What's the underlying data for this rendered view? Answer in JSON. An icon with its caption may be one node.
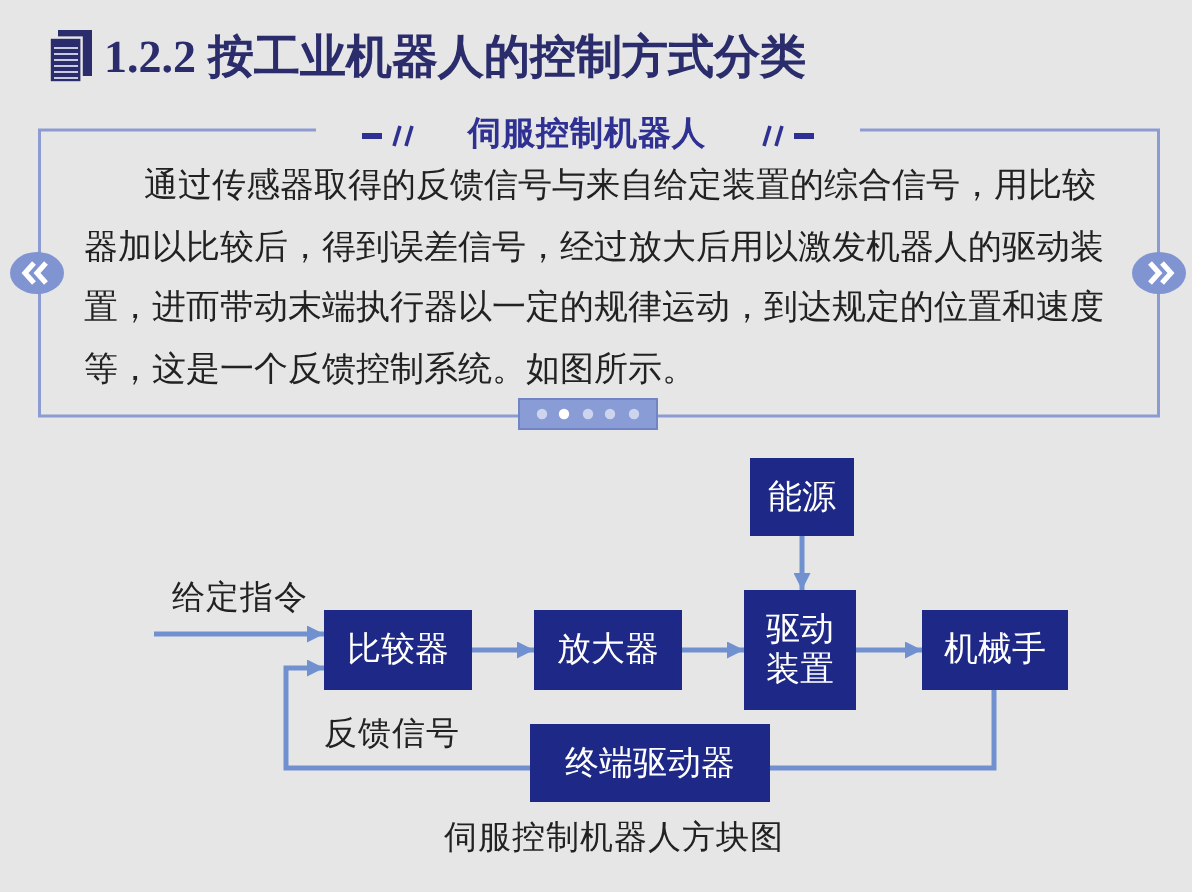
{
  "diagram": {
    "title": "1.2.2 按工业机器人的控制方式分类",
    "caption": "伺服控制机器人方块图",
    "nodes": [
      {
        "text": [
          "伺服控制机器人",
          "通过传感器取得的反馈信号与来自给定装置的综合信号，用比较器加以比较后，得到误差信号，经过放大后用以激发机器人的驱动装置，进而带动末端执行器以一定的规律运动，到达规定的位置和速度等，这是一个反馈控制系统。如图所示。"
        ]
      },
      {
        "text": [
          "能源"
        ]
      },
      {
        "text": [
          "比较器"
        ]
      },
      {
        "text": [
          "放大器"
        ]
      },
      {
        "text": [
          "驱动装置"
        ]
      },
      {
        "text": [
          "机械手"
        ]
      },
      {
        "text": [
          "终端驱动器"
        ]
      }
    ],
    "edges": [
      {
        "from": null,
        "to": 2,
        "arrow": "to",
        "label": "给定指令"
      },
      {
        "from": 2,
        "to": 3,
        "arrow": "to"
      },
      {
        "from": 3,
        "to": 4,
        "arrow": "to"
      },
      {
        "from": 1,
        "to": 4,
        "arrow": "to"
      },
      {
        "from": 4,
        "to": 5,
        "arrow": "to"
      },
      {
        "from": 5,
        "to": 6,
        "arrow": "none"
      },
      {
        "from": 6,
        "to": 2,
        "arrow": "to",
        "label": "反馈信号"
      }
    ]
  }
}
